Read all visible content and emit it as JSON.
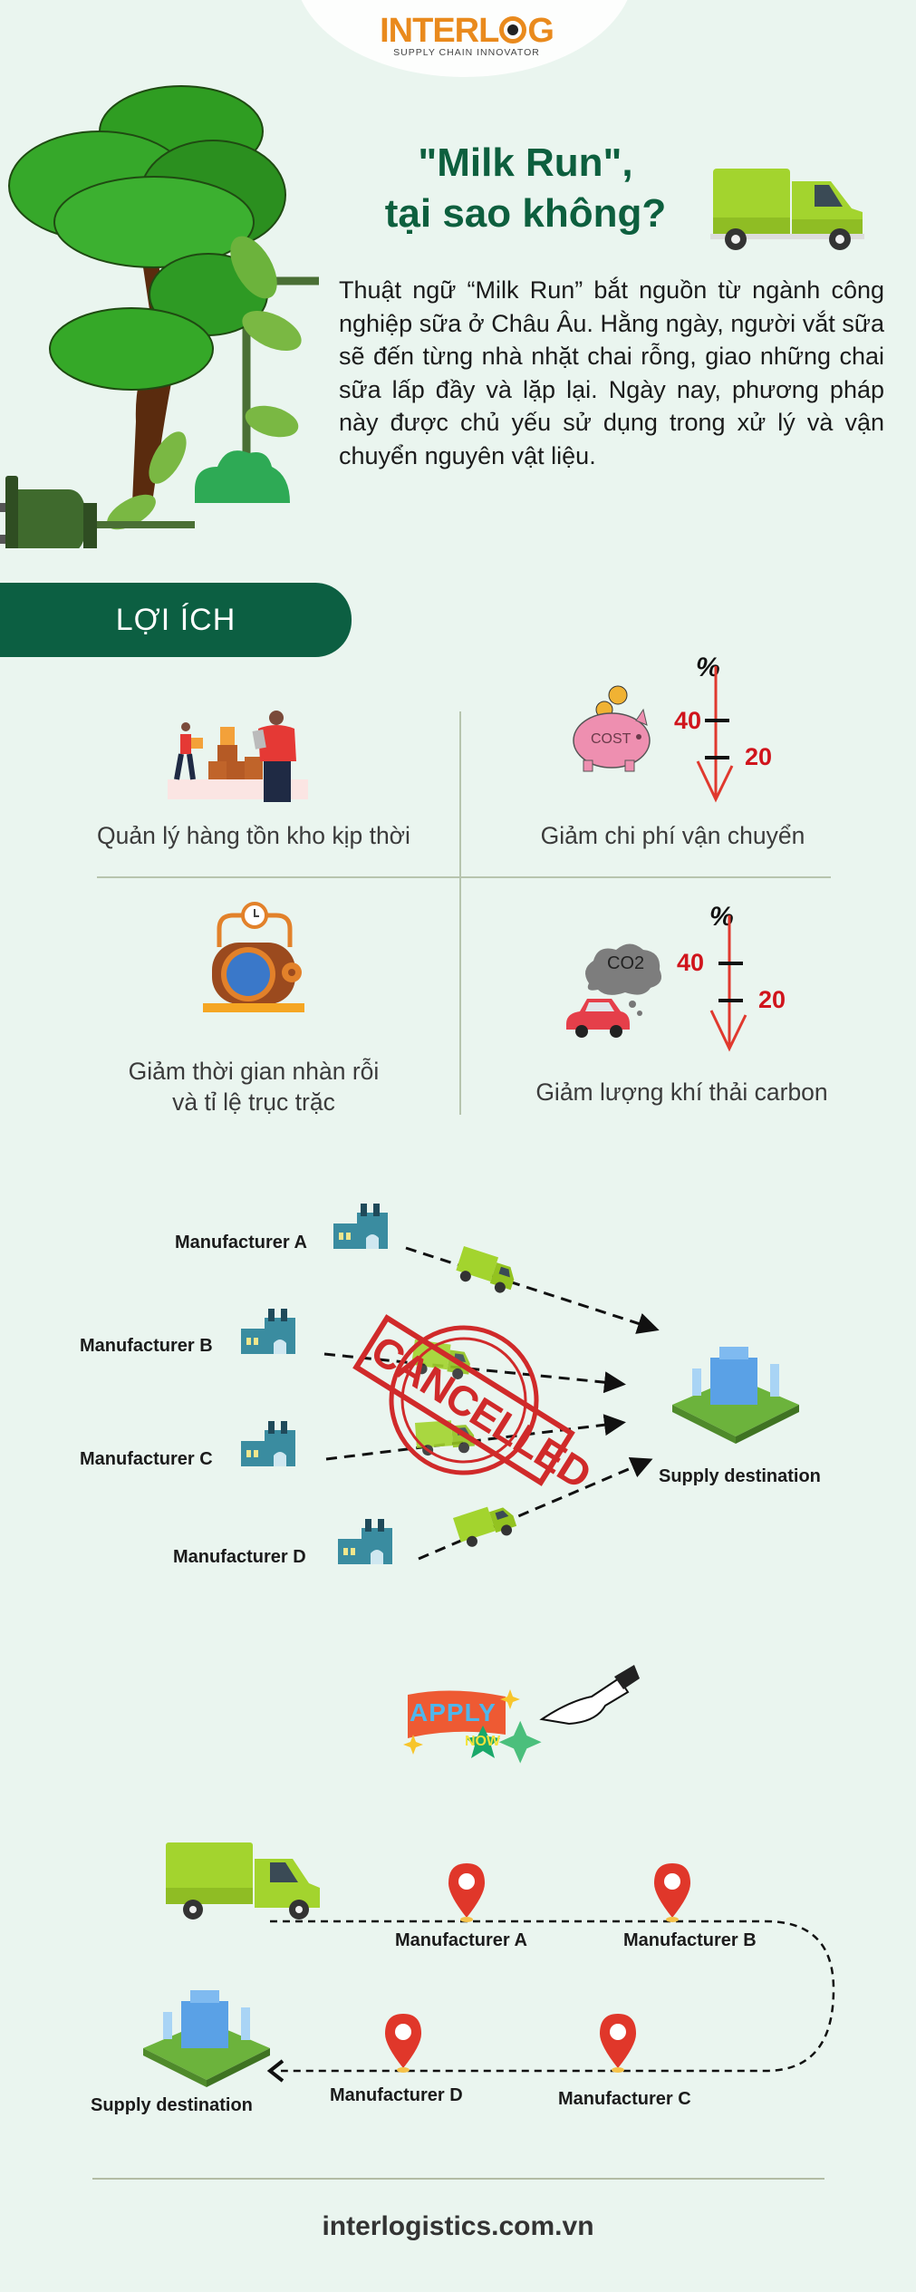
{
  "header": {
    "logo_main_left": "INTERL",
    "logo_main_right": "G",
    "logo_tagline": "SUPPLY CHAIN INNOVATOR",
    "brand_color": "#e98a1d"
  },
  "hero": {
    "title_line1": "\"Milk Run\",",
    "title_line2": "tại sao không?",
    "title_color": "#0d5f3e",
    "intro": "Thuật ngữ “Milk Run” bắt nguồn từ ngành công nghiệp sữa ở Châu Âu. Hằng ngày, người vắt sữa sẽ đến từng nhà nhặt chai rỗng, giao những chai sữa lấp đầy và lặp lại. Ngày nay, phương pháp này được chủ yếu sử dụng trong xử lý và vận chuyển nguyên vật liệu.",
    "illustration": "tree-plug-icon",
    "truck_icon": "truck-icon"
  },
  "benefits": {
    "section_title": "LỢI ÍCH",
    "section_color": "#0c5f42",
    "items": [
      {
        "label": "Quản lý hàng tồn kho kịp thời",
        "icon": "warehouse-workers-icon"
      },
      {
        "label": "Giảm chi phí vận chuyển",
        "icon": "piggy-bank-icon",
        "piggy_text": "COST",
        "percent_symbol": "%",
        "from": "40",
        "to": "20"
      },
      {
        "label_line1": "Giảm thời gian nhàn rỗi",
        "label_line2": "và tỉ lệ trục trặc",
        "icon": "machine-clock-icon"
      },
      {
        "label": "Giảm lượng khí thải carbon",
        "icon": "car-co2-icon",
        "cloud_text": "CO2",
        "percent_symbol": "%",
        "from": "40",
        "to": "20"
      }
    ],
    "accent_red": "#d0141c"
  },
  "direct_diagram": {
    "manufacturers": [
      "Manufacturer A",
      "Manufacturer B",
      "Manufacturer C",
      "Manufacturer D"
    ],
    "destination": "Supply destination",
    "stamp_text": "CANCELLED",
    "stamp_color": "#d02a2a"
  },
  "apply_now": {
    "banner_text": "APPLY",
    "burst_text": "NOW"
  },
  "milk_run_diagram": {
    "stops_top": [
      "Manufacturer A",
      "Manufacturer B"
    ],
    "stops_bottom": [
      "Manufacturer D",
      "Manufacturer C"
    ],
    "destination": "Supply destination",
    "pin_color": "#e0372a"
  },
  "footer": {
    "url": "interlogistics.com.vn"
  }
}
